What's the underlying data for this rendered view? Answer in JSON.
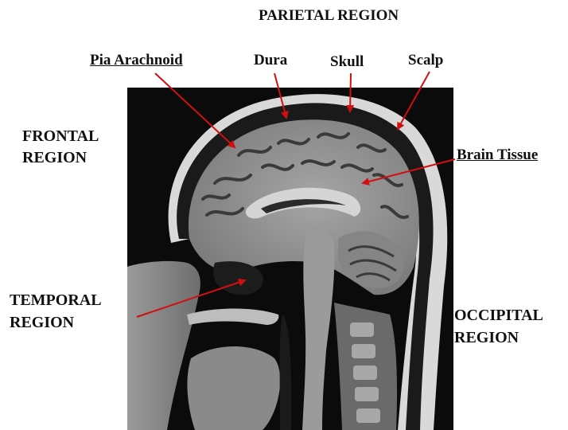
{
  "labels": {
    "parietal": "PARIETAL REGION",
    "pia": "Pia Arachnoid",
    "dura": "Dura",
    "skull": "Skull",
    "scalp": "Scalp",
    "brain": "Brain Tissue",
    "frontal_1": "FRONTAL",
    "frontal_2": "REGION",
    "temporal_1": "TEMPORAL",
    "temporal_2": "REGION",
    "occipital_1": "OCCIPITAL",
    "occipital_2": "REGION"
  },
  "colors": {
    "arrow": "#d01010",
    "scan_background": "#0b0b0b",
    "tissue": "#8c8c8c"
  }
}
